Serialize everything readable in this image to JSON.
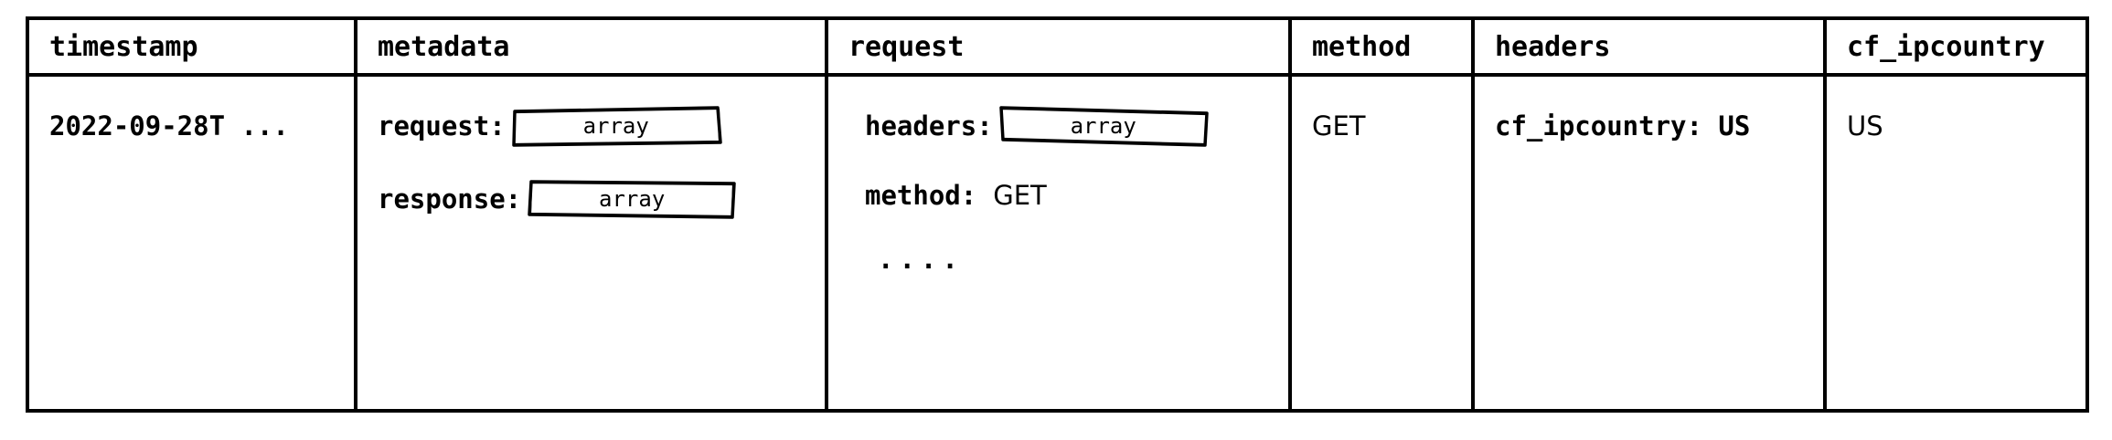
{
  "diagram": {
    "type": "table",
    "background_color": "#ffffff",
    "line_color": "#000000",
    "columns": [
      {
        "id": "timestamp",
        "header": "timestamp"
      },
      {
        "id": "metadata",
        "header": "metadata"
      },
      {
        "id": "request",
        "header": "request"
      },
      {
        "id": "method",
        "header": "method"
      },
      {
        "id": "headers",
        "header": "headers"
      },
      {
        "id": "cf_ipcountry",
        "header": "cf_ipcountry"
      }
    ],
    "rows": [
      {
        "timestamp": {
          "value": "2022-09-28T ..."
        },
        "metadata": {
          "entries": [
            {
              "key": "request:",
              "chip": "array"
            },
            {
              "key": "response:",
              "chip": "array"
            }
          ]
        },
        "request": {
          "entries": [
            {
              "key": "headers:",
              "chip": "array"
            },
            {
              "key": "method:",
              "value": "GET"
            }
          ],
          "continuation": "...."
        },
        "method": {
          "value": "GET"
        },
        "headers": {
          "value": "cf_ipcountry: US"
        },
        "cf_ipcountry": {
          "value": "US"
        }
      }
    ]
  }
}
